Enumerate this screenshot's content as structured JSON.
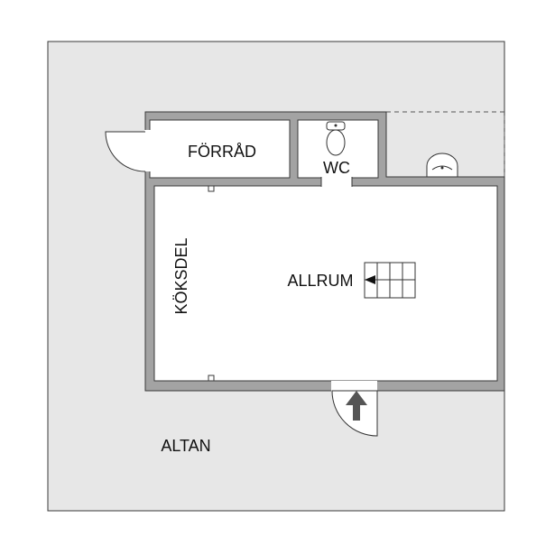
{
  "rooms": {
    "storage": "FÖRRÅD",
    "wc": "WC",
    "living": "ALLRUM",
    "kitchen": "KÖKSDEL",
    "deck": "ALTAN"
  },
  "colors": {
    "wall": "#a3a3a3",
    "wall_stroke": "#3a3a3a",
    "floor": "#ffffff",
    "deck": "#e7e7e7",
    "line": "#333333",
    "arrow": "#555555"
  },
  "icons": [
    "toilet-icon",
    "sink-icon",
    "stairs-icon",
    "entrance-arrow-icon",
    "door-swing-icon"
  ]
}
